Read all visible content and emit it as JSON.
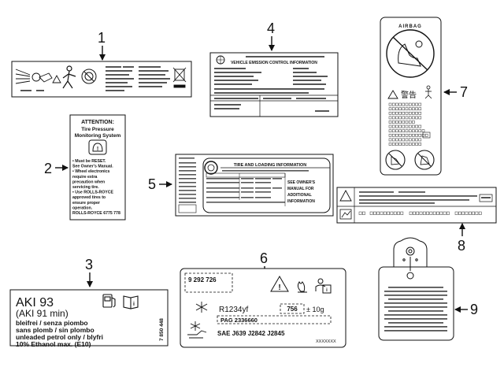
{
  "callouts": [
    "1",
    "2",
    "3",
    "4",
    "5",
    "6",
    "7",
    "8",
    "9"
  ],
  "label2": {
    "title": "ATTENTION:",
    "subtitle_lines": [
      "Tire Pressure",
      "Monitoring System"
    ],
    "body_lines": [
      "• Must be RESET.",
      "  See Owner's Manual.",
      "• Wheel electronics",
      "  require extra",
      "  precaution when",
      "  servicing tire.",
      "• Use ROLLS-ROYCE",
      "  approved tires to",
      "  ensure proper",
      "  operation.",
      "ROLLS-ROYCE 6775 778"
    ]
  },
  "label3": {
    "lines": [
      "AKI 93",
      "(AKI 91 min)",
      "bleifrei / senza piombo",
      "sans plomb / sin plombo",
      "unleaded petrol only / blyfri",
      "10% Ethanol max. (E10)"
    ],
    "side_code": "7 850 448"
  },
  "label4": {
    "title": "VEHICLE EMISSION CONTROL INFORMATION"
  },
  "label5": {
    "title": "TIRE AND LOADING INFORMATION",
    "side_lines": [
      "SEE OWNER'S",
      "MANUAL FOR",
      "ADDITIONAL",
      "INFORMATION"
    ]
  },
  "label6": {
    "part_no": "9 292 726",
    "refrigerant": "R1234yf",
    "charge_code": "756",
    "charge_tol": "± 10g",
    "pag": "PAG 2336660",
    "sae": "SAE J639 J2842 J2845",
    "code": "XXXXXXX"
  },
  "label7": {
    "header": "AIRBAG",
    "warn_text": "警告"
  }
}
